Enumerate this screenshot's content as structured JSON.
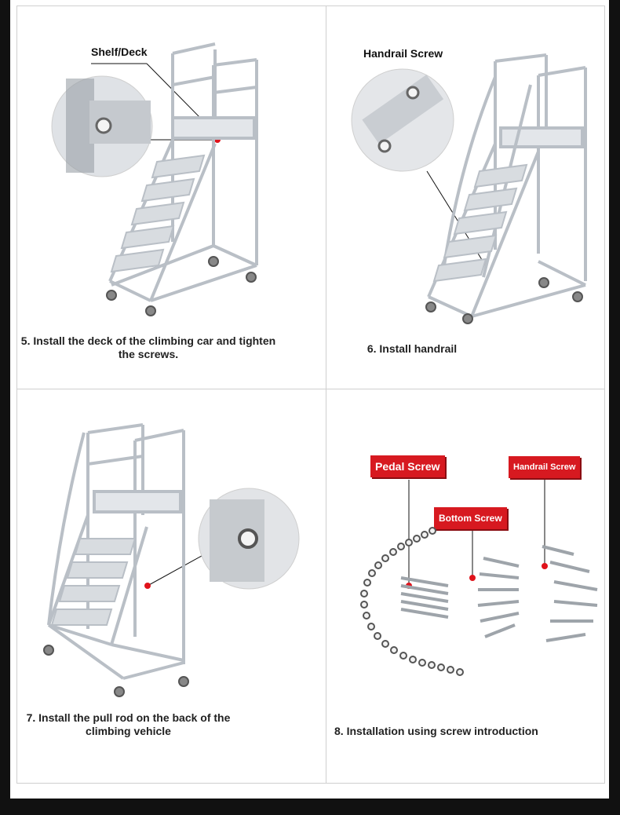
{
  "panels": [
    {
      "label": "Shelf/Deck",
      "caption_line1": "5. Install the deck of the climbing car and tighten",
      "caption_line2": "the screws."
    },
    {
      "label": "Handrail Screw",
      "caption_line1": "6. Install handrail"
    },
    {
      "caption_line1": "7. Install the pull rod on the back of the",
      "caption_line2": "climbing vehicle"
    },
    {
      "tags": [
        "Pedal Screw",
        "Bottom Screw",
        "Handrail Screw"
      ],
      "caption_line1": "8. Installation using screw introduction"
    }
  ],
  "colors": {
    "accent_red": "#d71920",
    "frame_gray": "#cfd3d8",
    "background": "#111111"
  }
}
